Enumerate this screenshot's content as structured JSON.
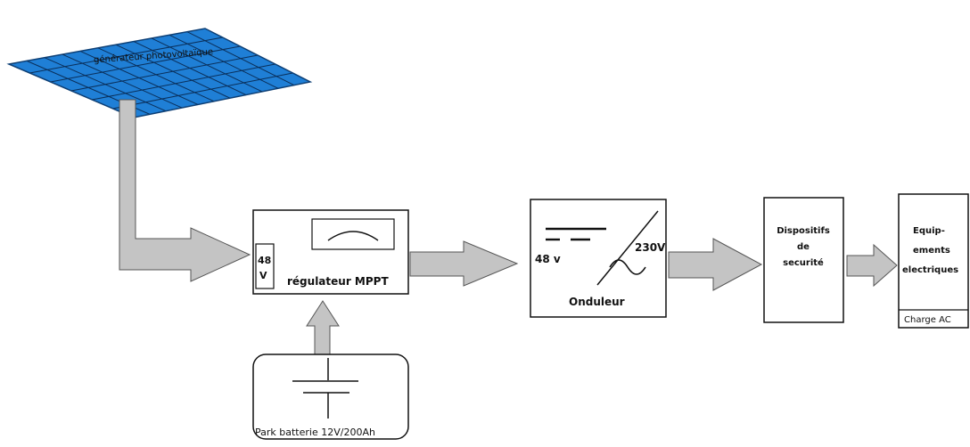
{
  "panel": {
    "label": "générateur photovoltaïque",
    "label_color": "#d0103a",
    "fill_color": "#1f7fd6"
  },
  "regulator": {
    "voltage_line1": "48",
    "voltage_line2": "V",
    "label": "régulateur MPPT"
  },
  "battery": {
    "label": "Park batterie 12V/200Ah"
  },
  "inverter": {
    "input_label": "48 v",
    "output_label": "230V",
    "label": "Onduleur"
  },
  "safety": {
    "line1": "Dispositifs",
    "line2": "de",
    "line3": "securité"
  },
  "equipment": {
    "line1": "Equip-",
    "line2": "ements",
    "line3": "electriques",
    "charge_label": "Charge AC"
  },
  "colors": {
    "arrow_fill": "#c4c4c4",
    "arrow_stroke": "#555555",
    "box_stroke": "#111111"
  }
}
